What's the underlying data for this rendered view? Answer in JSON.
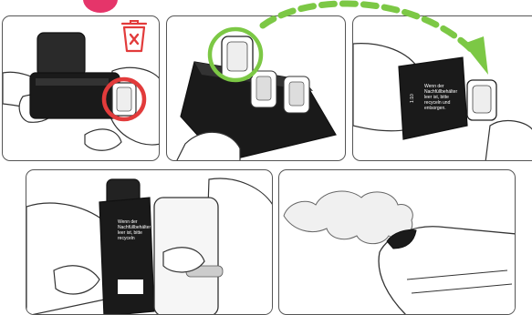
{
  "colors": {
    "accent_red": "#e23b3b",
    "accent_green": "#7cc845",
    "step_pink": "#e5356a",
    "device_black": "#1a1a1a",
    "line_gray": "#555555"
  },
  "panels": [
    {
      "name": "panel-remove-cartridge",
      "icon": "trash-icon"
    },
    {
      "name": "panel-select-cartridge"
    },
    {
      "name": "panel-insert-cartridge",
      "label_lines": [
        "Wenn der",
        "Nachfüllbehälter",
        "leer ist, bitte",
        "recyceln und",
        "entsorgen."
      ],
      "side_code": "1:10"
    },
    {
      "name": "panel-attach-device",
      "label_lines": [
        "Wenn der",
        "Nachfüllbehälter",
        "leer ist, bitte",
        "recyceln"
      ]
    },
    {
      "name": "panel-vape"
    }
  ]
}
